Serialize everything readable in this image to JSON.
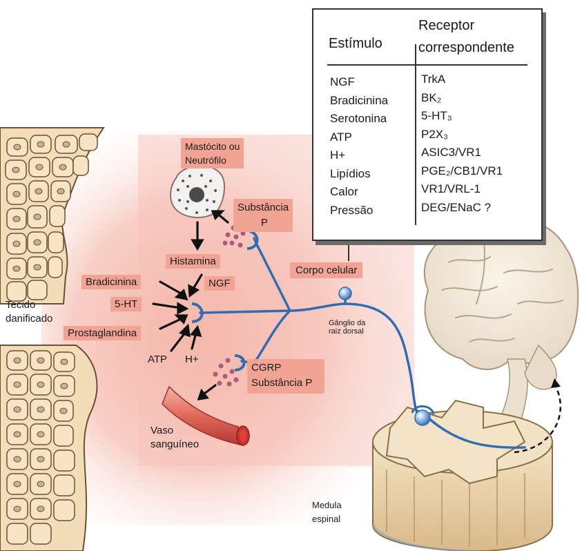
{
  "table": {
    "header_stimulus": "Estímulo",
    "header_receptor_line1": "Receptor",
    "header_receptor_line2": "correspondente",
    "stimuli": [
      "NGF",
      "Bradicinina",
      "Serotonina",
      "ATP",
      "H+",
      "Lipídios",
      "Calor",
      "Pressão"
    ],
    "receptors": [
      "TrkA",
      "BK₂",
      "5-HT₃",
      "P2X₃",
      "ASIC3/VR1",
      "PGE₂/CB1/VR1",
      "VR1/VRL-1",
      "DEG/ENaC ?"
    ]
  },
  "labels": {
    "mastocito_line1": "Mastócito ou",
    "mastocito_line2": "Neutrófilo",
    "substancia_line1": "Substância",
    "substancia_line2": "P",
    "histamina": "Histamina",
    "bradicinina": "Bradicinina",
    "ngf": "NGF",
    "five_ht": "5-HT",
    "prostaglandina": "Prostaglandina",
    "atp": "ATP",
    "h_plus": "H+",
    "tecido_line1": "Tecido",
    "tecido_line2": "danificado",
    "corpo_celular": "Corpo celular",
    "ganglio_line1": "Gânglio da",
    "ganglio_line2": "raiz dorsal",
    "cgrp": "CGRP",
    "substancia_p": "Substância P",
    "vaso_line1": "Vaso",
    "vaso_line2": "sanguíneo",
    "medula_line1": "Medula",
    "medula_line2": "espinal"
  },
  "colors": {
    "label_fill": "#f2a494",
    "nerve": "#3a7bbf",
    "tissue_glow": "#f4b3a8",
    "granules": "#b05a7a",
    "vessel": "#c9413a"
  }
}
